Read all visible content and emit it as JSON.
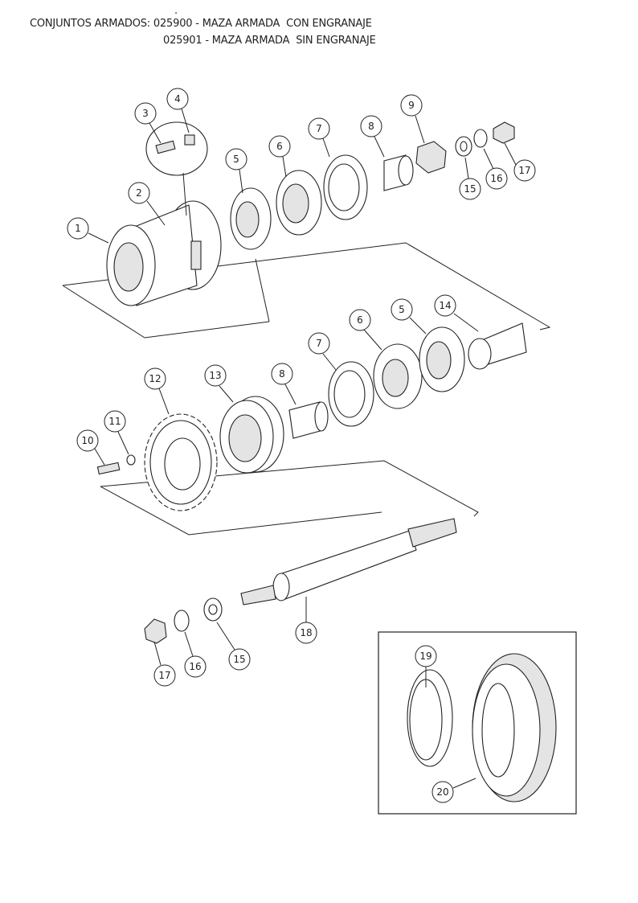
{
  "header": {
    "dot": ".",
    "line1": "CONJUNTOS ARMADOS: 025900 - MAZA ARMADA  CON ENGRANAJE",
    "line2": "025901 - MAZA ARMADA  SIN ENGRANAJE"
  },
  "callouts": {
    "upper": [
      "1",
      "2",
      "3",
      "4",
      "5",
      "6",
      "7",
      "8",
      "9",
      "15",
      "16",
      "17"
    ],
    "lower": [
      "12",
      "13",
      "8",
      "7",
      "6",
      "5",
      "14",
      "11",
      "10"
    ],
    "shaft": [
      "18",
      "17",
      "16",
      "15"
    ],
    "wheel": [
      "19",
      "20"
    ]
  }
}
